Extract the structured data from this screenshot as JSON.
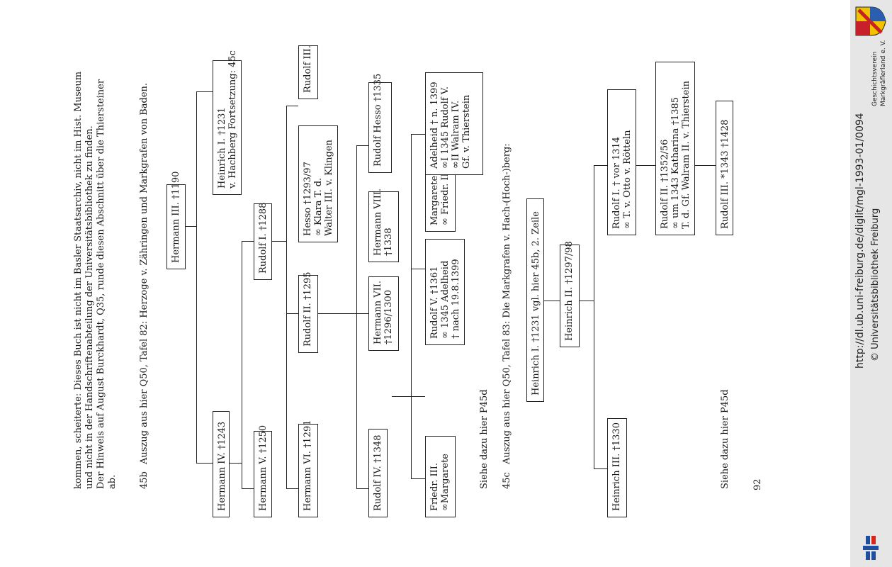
{
  "intro": {
    "line1": "kommen, scheiterte: Dieses Buch ist nicht im Basler Staatsarchiv, nicht im Hist. Museum",
    "line2": "und nicht in der Handschriftenabteilung der Universitätsbibliothek zu finden.",
    "line3": "Der Hinweis auf August Burckhardt, Q35, runde diesen Abschnitt über die Thiersteiner",
    "line4": "ab."
  },
  "section_45b": {
    "number": "45b",
    "heading": "Auszug aus hier Q50, Tafel 82: Herzoge v. Zähringen und Markgrafen von Baden.",
    "root": "Hermann III. †1190",
    "hermann4": "Hermann IV. †1243",
    "heinrich1": [
      "Heinrich I. †1231",
      "v. Hachberg Fortsetzung: 45c"
    ],
    "hermann5": "Hermann V. †1250",
    "rudolf1": "Rudolf I. †1288",
    "hermann6": "Hermann VI. †1291",
    "rudolf2": "Rudolf II. †1295",
    "hesso1293": [
      "Hesso †1293/97",
      "∞ Klara T. d.",
      "Walter III. v. Klingen"
    ],
    "rudolf3": "Rudolf III.",
    "rudolf4": "Rudolf IV. †1348",
    "hermann7": [
      "Hermann VII.",
      "†1296/1300"
    ],
    "hermann8": [
      "Hermann VIII.",
      "†1338"
    ],
    "hesso1335": "Rudolf Hesso †1335",
    "friedr3": [
      "Friedr. III.",
      "∞Margarete"
    ],
    "rudolf5": [
      "Rudolf V. †1361",
      "∞ 1345 Adelheid",
      "† nach 19.8.1399"
    ],
    "margarete": [
      "Margarete †1367",
      "∞ Friedr. III."
    ],
    "adelheid": [
      "Adelheid † n. 1399",
      "∞I 1345 Rudolf V.",
      "∞II Walram IV.",
      "Gf. v. Thierstein"
    ],
    "note": "Siehe dazu hier P45d"
  },
  "section_45c": {
    "number": "45c",
    "heading": "Auszug aus hier Q50, Tafel 83: Die Markgrafen v. Hach-(Hoch-)berg:",
    "heinrich1": [
      "Heinrich I. †1231 vgl. hier 45b, 2. Zeile"
    ],
    "heinrich2": "Heinrich II. †1297/98",
    "heinrich3": "Heinrich III. †1330",
    "rudolf1": [
      "Rudolf I. † vor 1314",
      "∞ T. v. Otto v. Rötteln"
    ],
    "rudolf2": [
      "Rudolf II. †1352/56",
      "∞ um 1343 Katharina †1385",
      "T. d. Gf. Walram II. v. Thierstein"
    ],
    "rudolf3": "Rudolf III. *1343 †1428",
    "note": "Siehe dazu hier P45d"
  },
  "page_number": "92",
  "sidebar": {
    "url": "http://dl.ub.uni-freiburg.de/diglit/mgl-1993-01/0094",
    "copyright": "© Universitätsbibliothek Freiburg",
    "org_line1": "Geschichtsverein",
    "org_line2": "Markgräflerland e. V."
  },
  "colors": {
    "sidebar_bg": "#e6e6e6",
    "ub_blue": "#1f4e9c",
    "ub_red": "#d9261c",
    "crest_red": "#c8202a",
    "crest_yellow": "#f2c200",
    "crest_blue": "#2a5fb0"
  }
}
